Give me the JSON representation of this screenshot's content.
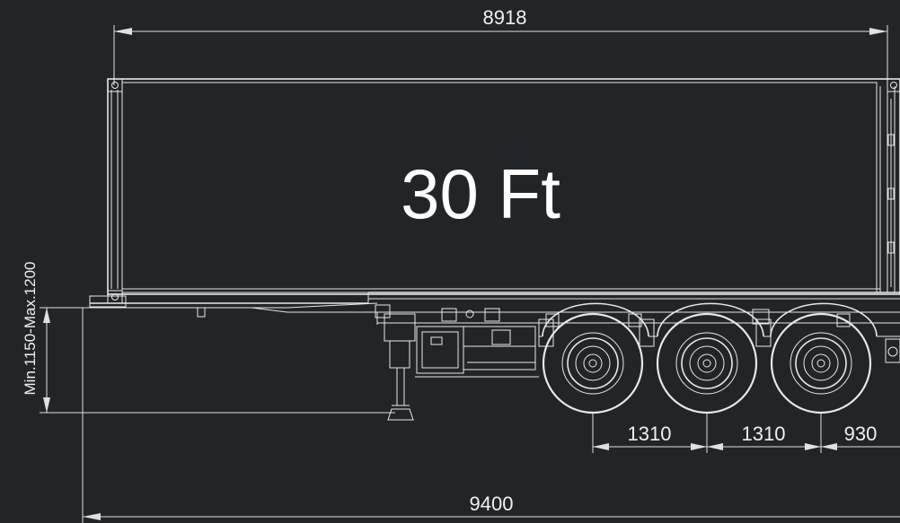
{
  "container": {
    "label": "30 Ft"
  },
  "dimensions": {
    "container_length": "8918",
    "overall_length": "9400",
    "axle_spacing_1": "1310",
    "axle_spacing_2": "1310",
    "rear_overhang": "930",
    "coupling_height": "Min.1150-Max.1200"
  },
  "colors": {
    "background": "#222528",
    "lines": "#e8e8e8",
    "text": "#f0f0f0"
  }
}
